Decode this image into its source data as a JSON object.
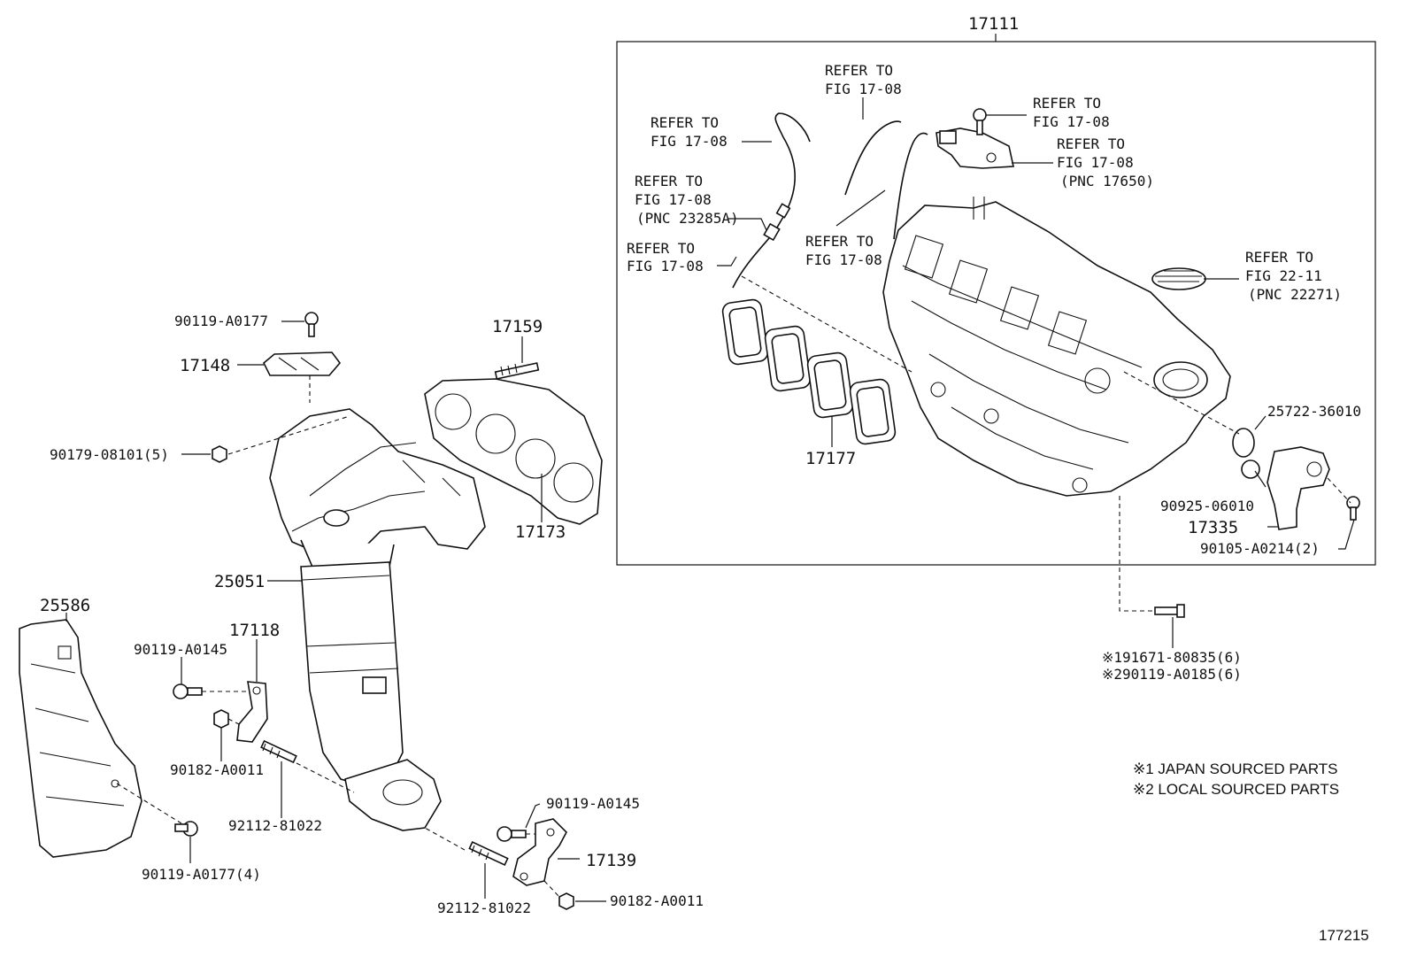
{
  "labels": {
    "p17111": "17111",
    "refer_a_1": "REFER TO",
    "refer_a_2": "FIG 17-08",
    "refer_b_1": "REFER TO",
    "refer_b_2": "FIG 17-08",
    "refer_c_1": "REFER TO",
    "refer_c_2": "FIG 17-08",
    "refer_d_1": "REFER TO",
    "refer_d_2": "FIG 17-08",
    "refer_d_3": "(PNC 17650)",
    "refer_e_1": "REFER TO",
    "refer_e_2": "FIG 17-08",
    "refer_e_3": "(PNC 23285A)",
    "refer_f_1": "REFER TO",
    "refer_f_2": "FIG 17-08",
    "refer_g_1": "REFER TO",
    "refer_g_2": "FIG 17-08",
    "refer_h_1": "REFER TO",
    "refer_h_2": "FIG 22-11",
    "refer_h_3": "(PNC 22271)",
    "p90119_a0177": "90119-A0177",
    "p17148": "17148",
    "p17159": "17159",
    "p90179_08101": "90179-08101(5)",
    "p17177": "17177",
    "p25722_36010": "25722-36010",
    "p90925_06010": "90925-06010",
    "p17335": "17335",
    "p90105_a0214": "90105-A0214(2)",
    "p17173": "17173",
    "p25051": "25051",
    "p25586": "25586",
    "p17118": "17118",
    "p90119_a0145_a": "90119-A0145",
    "p90182_a0011_a": "90182-A0011",
    "p92112_81022_a": "92112-81022",
    "p90119_a0177_4": "90119-A0177(4)",
    "p90119_a0145_b": "90119-A0145",
    "p17139": "17139",
    "p92112_81022_b": "92112-81022",
    "p90182_a0011_b": "90182-A0011",
    "p191671": "※191671-80835(6)",
    "p290119": "※290119-A0185(6)",
    "note1": "※1 JAPAN SOURCED PARTS",
    "note2": "※2 LOCAL SOURCED PARTS",
    "fig_no": "177215"
  }
}
